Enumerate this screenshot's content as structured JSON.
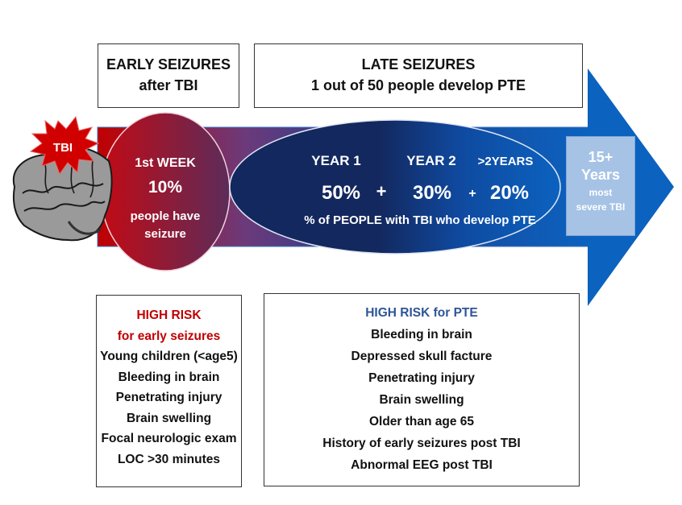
{
  "header_boxes": {
    "early": {
      "line1": "EARLY SEIZURES",
      "line2": "after TBI"
    },
    "late": {
      "line1": "LATE SEIZURES",
      "line2": "1 out of 50 people develop PTE"
    }
  },
  "tbi_badge": {
    "label": "TBI",
    "icon": "brain-icon"
  },
  "first_week": {
    "title": "1st WEEK",
    "percent": "10%",
    "line1": "people have",
    "line2": "seizure"
  },
  "late_oval": {
    "periods": [
      {
        "label": "YEAR 1",
        "percent": "50%"
      },
      {
        "label": "YEAR 2",
        "percent": "30%"
      },
      {
        "label": ">2YEARS",
        "percent": "20%"
      }
    ],
    "plus": "+",
    "caption": "% of PEOPLE with TBI who develop PTE"
  },
  "years_box": {
    "line1": "15+",
    "line2": "Years",
    "line3": "most",
    "line4": "severe TBI"
  },
  "risk_early": {
    "title1": "HIGH RISK",
    "title2": "for early seizures",
    "items": [
      "Young children (<age5)",
      "Bleeding in brain",
      "Penetrating injury",
      "Brain swelling",
      "Focal neurologic exam",
      "LOC >30 minutes"
    ]
  },
  "risk_late": {
    "title": "HIGH RISK for PTE",
    "items": [
      "Bleeding in brain",
      "Depressed skull facture",
      "Penetrating injury",
      "Brain swelling",
      "Older than age 65",
      "History of early seizures post TBI",
      "Abnormal EEG post TBI"
    ]
  },
  "colors": {
    "red": "#c00000",
    "navy": "#13285e",
    "blue": "#0b62bf",
    "light_blue": "#a6c3e6",
    "title_blue": "#2e5597"
  }
}
